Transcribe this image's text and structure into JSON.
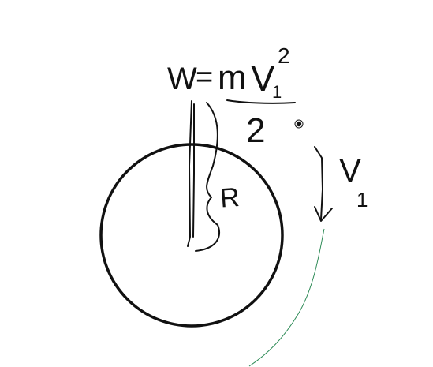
{
  "diagram": {
    "formula": {
      "lhs": "W",
      "equals": "=",
      "mass": "m",
      "velocity": "V",
      "velocity_subscript": "1",
      "exponent": "2",
      "denominator": "2"
    },
    "radius_label": "R",
    "velocity_label": "V",
    "velocity_label_subscript": "1",
    "colors": {
      "ink": "#111111",
      "trajectory": "#2e8b57",
      "background": "#ffffff"
    }
  }
}
